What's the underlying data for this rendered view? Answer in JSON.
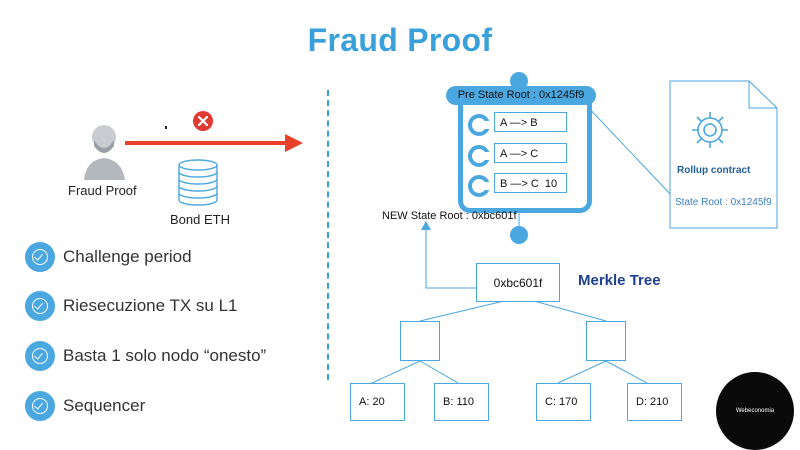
{
  "title": "Fraud Proof",
  "left": {
    "actor_label": "Fraud Proof",
    "bond_label": "Bond ETH",
    "arrow_color": "#e8402a",
    "reject_color": "#e03a34",
    "checklist": [
      "Challenge period",
      "Riesecuzione TX su L1",
      "Basta 1 solo nodo “onesto”",
      "Sequencer"
    ]
  },
  "clipboard": {
    "pre_state_root": "Pre State Root : 0x1245f9",
    "transactions": [
      "A —> B",
      "A —> C",
      "B —> C  10"
    ],
    "new_state_root": "NEW State Root : 0xbc601f"
  },
  "rollup": {
    "title": "Rollup contract",
    "state_root": "State Root : 0x1245f9"
  },
  "merkle": {
    "title": "Merkle Tree",
    "root": "0xbc601f",
    "leaves": [
      "A: 20",
      "B: 110",
      "C: 170",
      "D: 210"
    ]
  },
  "logo_text": "Webeconomia",
  "accent_color": "#4ba7df"
}
